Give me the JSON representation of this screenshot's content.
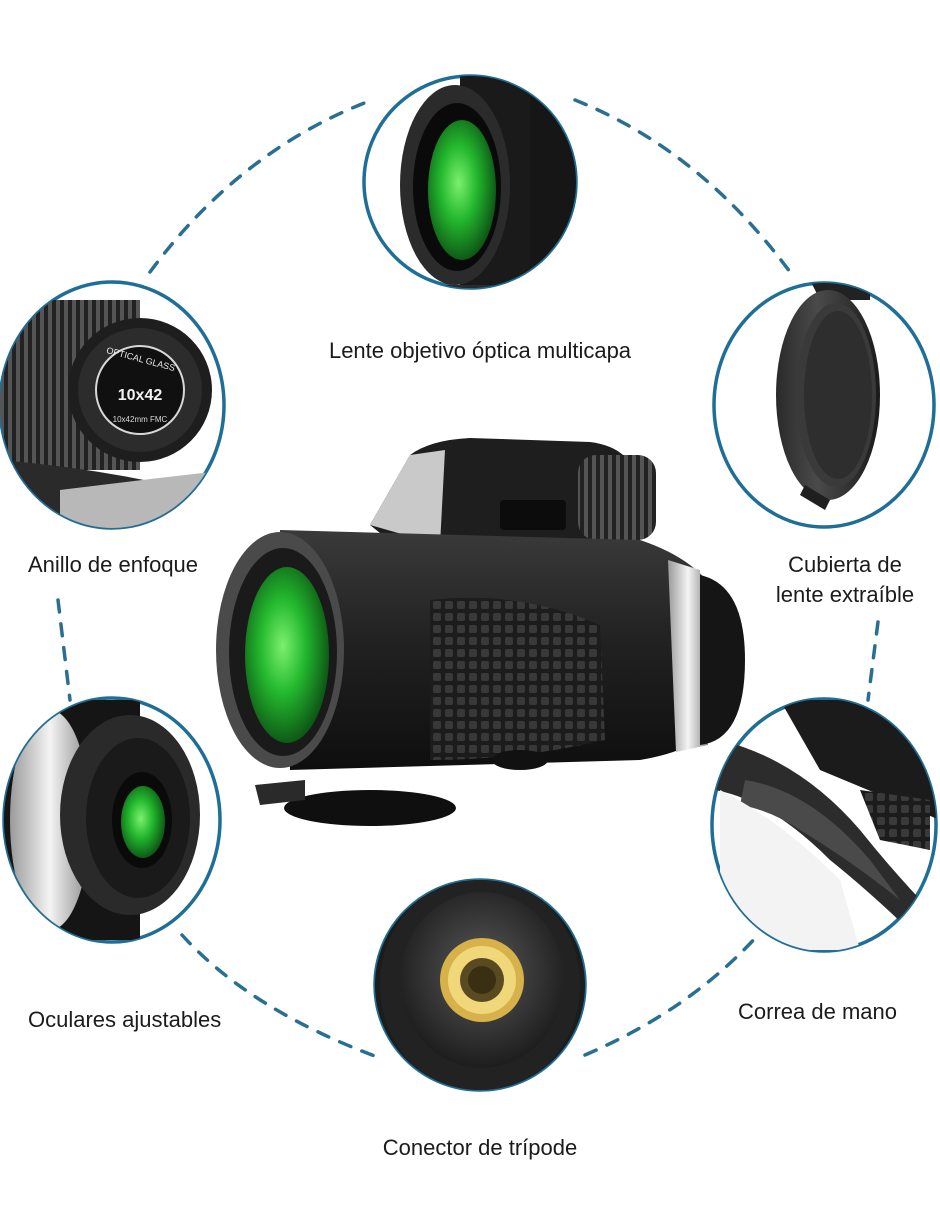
{
  "features": {
    "objective_lens": "Lente objetivo óptica multicapa",
    "focus_ring": "Anillo de enfoque",
    "lens_cover_line1": "Cubierta de",
    "lens_cover_line2": "lente extraíble",
    "eyepieces": "Oculares ajustables",
    "hand_strap": "Correa de mano",
    "tripod_connector": "Conector de trípode"
  },
  "focus_ring_engraving": {
    "top": "OPTICAL GLASS",
    "middle": "10x42",
    "bottom": "10x42mm FMC"
  },
  "colors": {
    "ring_outline": "#1f6e96",
    "dash": "#2a6f92",
    "lens_green": "#1fae2a",
    "body_black": "#1c1c1c",
    "brass": "#d7b24a"
  }
}
